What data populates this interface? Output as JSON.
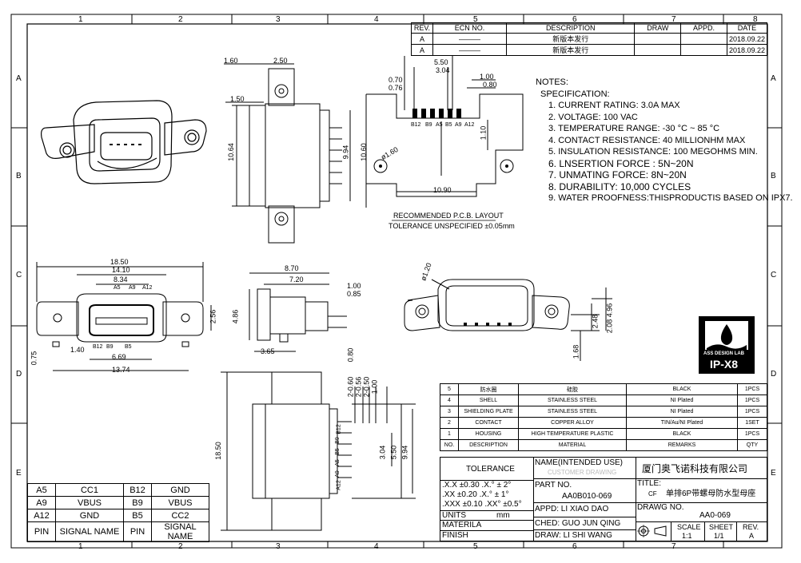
{
  "frame": {
    "col_numbers": [
      "1",
      "2",
      "3",
      "4",
      "5",
      "6",
      "7",
      "8"
    ],
    "row_letters": [
      "A",
      "B",
      "C",
      "D",
      "E"
    ]
  },
  "revision_table": {
    "headers": [
      "REV.",
      "ECN NO.",
      "DESCRIPTION",
      "DRAW",
      "APPD.",
      "DATE"
    ],
    "rows": [
      [
        "A",
        "———",
        "新版本发行",
        "",
        "",
        "2018.09.22"
      ],
      [
        "A",
        "———",
        "新版本发行",
        "",
        "",
        "2018.09.22"
      ]
    ]
  },
  "notes": {
    "title": "NOTES:",
    "subtitle": "SPECIFICATION:",
    "items": [
      "1. CURRENT RATING: 3.0A MAX",
      "2. VOLTAGE: 100 VAC",
      "3. TEMPERATURE RANGE: -30 °C ~ 85 °C",
      "4. CONTACT RESISTANCE: 40 MILLIONHM MAX",
      "5. INSULATION RESISTANCE: 100 MEGOHMS MIN.",
      "6. LNSERTION FORCE : 5N~20N",
      "7. UNMATING FORCE: 8N~20N",
      "8. DURABILITY:    10,000 CYCLES",
      "9. WATER PROOFNESS:THISPRODUCTIS BASED ON IPX7."
    ]
  },
  "pcb_layout": {
    "dims": [
      "5.50",
      "3.04",
      "1.00",
      "0.80",
      "0.70",
      "0.76",
      "1.10",
      "10.90"
    ],
    "hole_dim": "ø1.60",
    "pin_labels": [
      "B12",
      "B9",
      "A5",
      "B5",
      "A9",
      "A12"
    ],
    "caption": "RECOMMENDED  P.C.B. LAYOUT",
    "tolerance": "TOLERANCE UNSPECIFIED ±0.05mm"
  },
  "side_view_top": {
    "dims": [
      "1.60",
      "2.50",
      "1.50",
      "10.64",
      "9.94",
      "10.60"
    ]
  },
  "front_view": {
    "dims": [
      "18.50",
      "14.10",
      "8.34",
      "2.56",
      "0.75",
      "1.40",
      "6.69",
      "13.74"
    ],
    "top_labels": [
      "A5",
      "A9",
      "A12"
    ],
    "bottom_labels": [
      "B12",
      "B9",
      "B5"
    ]
  },
  "side_view_mid": {
    "dims": [
      "8.70",
      "7.20",
      "1.00",
      "0.85",
      "4.86",
      "3.65",
      "0.80"
    ]
  },
  "iso_view": {
    "dims": [
      "ø1.20",
      "4.96",
      "2.48",
      "2.08",
      "1.68"
    ]
  },
  "side_view_bottom": {
    "dims": [
      "18.50",
      "2-0.60",
      "2-0.56",
      "2-0.50",
      "1.00",
      "3.04",
      "5.50",
      "9.94"
    ],
    "pin_labels": [
      "B12",
      "B9",
      "B5",
      "A5",
      "A9",
      "A12"
    ]
  },
  "ip_badge": {
    "line1": "ASS DESIGN LAB",
    "line2": "IP-X8"
  },
  "bom": {
    "rows": [
      {
        "no": "5",
        "desc": "防水圈",
        "material": "硅胶",
        "remarks": "BLACK",
        "qty": "1PCS"
      },
      {
        "no": "4",
        "desc": "SHELL",
        "material": "STAINLESS STEEL",
        "remarks": "NI  Plated",
        "qty": "1PCS"
      },
      {
        "no": "3",
        "desc": "SHIELDING PLATE",
        "material": "STAINLESS STEEL",
        "remarks": "NI   Plated",
        "qty": "1PCS"
      },
      {
        "no": "2",
        "desc": "CONTACT",
        "material": "COPPER ALLOY",
        "remarks": "TIN/Au/NI Plated",
        "qty": "1SET"
      },
      {
        "no": "1",
        "desc": "HOUSING",
        "material": "HIGH TEMPERATURE PLASTIC",
        "remarks": "BLACK",
        "qty": "1PCS"
      }
    ],
    "header": {
      "no": "NO.",
      "desc": "DESCRIPTION",
      "material": "MATERIAL",
      "remarks": "REMARKS",
      "qty": "QTY"
    }
  },
  "title_block": {
    "tolerance_label": "TOLERANCE",
    "tol_rows": [
      [
        ".X.X",
        "±0.30",
        ".X.°",
        "± 2°"
      ],
      [
        ".XX",
        "±0.20",
        ".X.°",
        "± 1°"
      ],
      [
        ".XXX",
        "±0.10",
        ".XX°",
        "±0.5°"
      ]
    ],
    "units_label": "UNITS",
    "units_value": "mm",
    "materila_label": "MATERILA",
    "finish_label": "FINISH",
    "name_label": "NAME(INTENDED USE)",
    "name_value": "CUSTOMER DRAWING",
    "part_no_label": "PART NO.",
    "part_no_value": "AA0B010-069",
    "appd_label": "APPD:",
    "appd_value": "LI XIAO DAO",
    "ched_label": "CHED:",
    "ched_value": "GUO JUN QING",
    "draw_label": "DRAW:",
    "draw_value": "LI SHI WANG",
    "company": "厦门奥飞诺科技有限公司",
    "title_label": "TITLE:",
    "title_cf": "CF",
    "title_value": "单排6P带螺母防水型母座",
    "drawg_no_label": "DRAWG NO.",
    "drawg_no_value": "AA0-069",
    "scale_label": "SCALE",
    "scale_value": "1:1",
    "sheet_label": "SHEET",
    "sheet_value": "1/1",
    "rev_label": "REV.",
    "rev_value": "A"
  },
  "pin_table": {
    "rows": [
      [
        "A5",
        "CC1",
        "B12",
        "GND"
      ],
      [
        "A9",
        "VBUS",
        "B9",
        "VBUS"
      ],
      [
        "A12",
        "GND",
        "B5",
        "CC2"
      ],
      [
        "PIN",
        "SIGNAL NAME",
        "PIN",
        "SIGNAL NAME"
      ]
    ]
  }
}
